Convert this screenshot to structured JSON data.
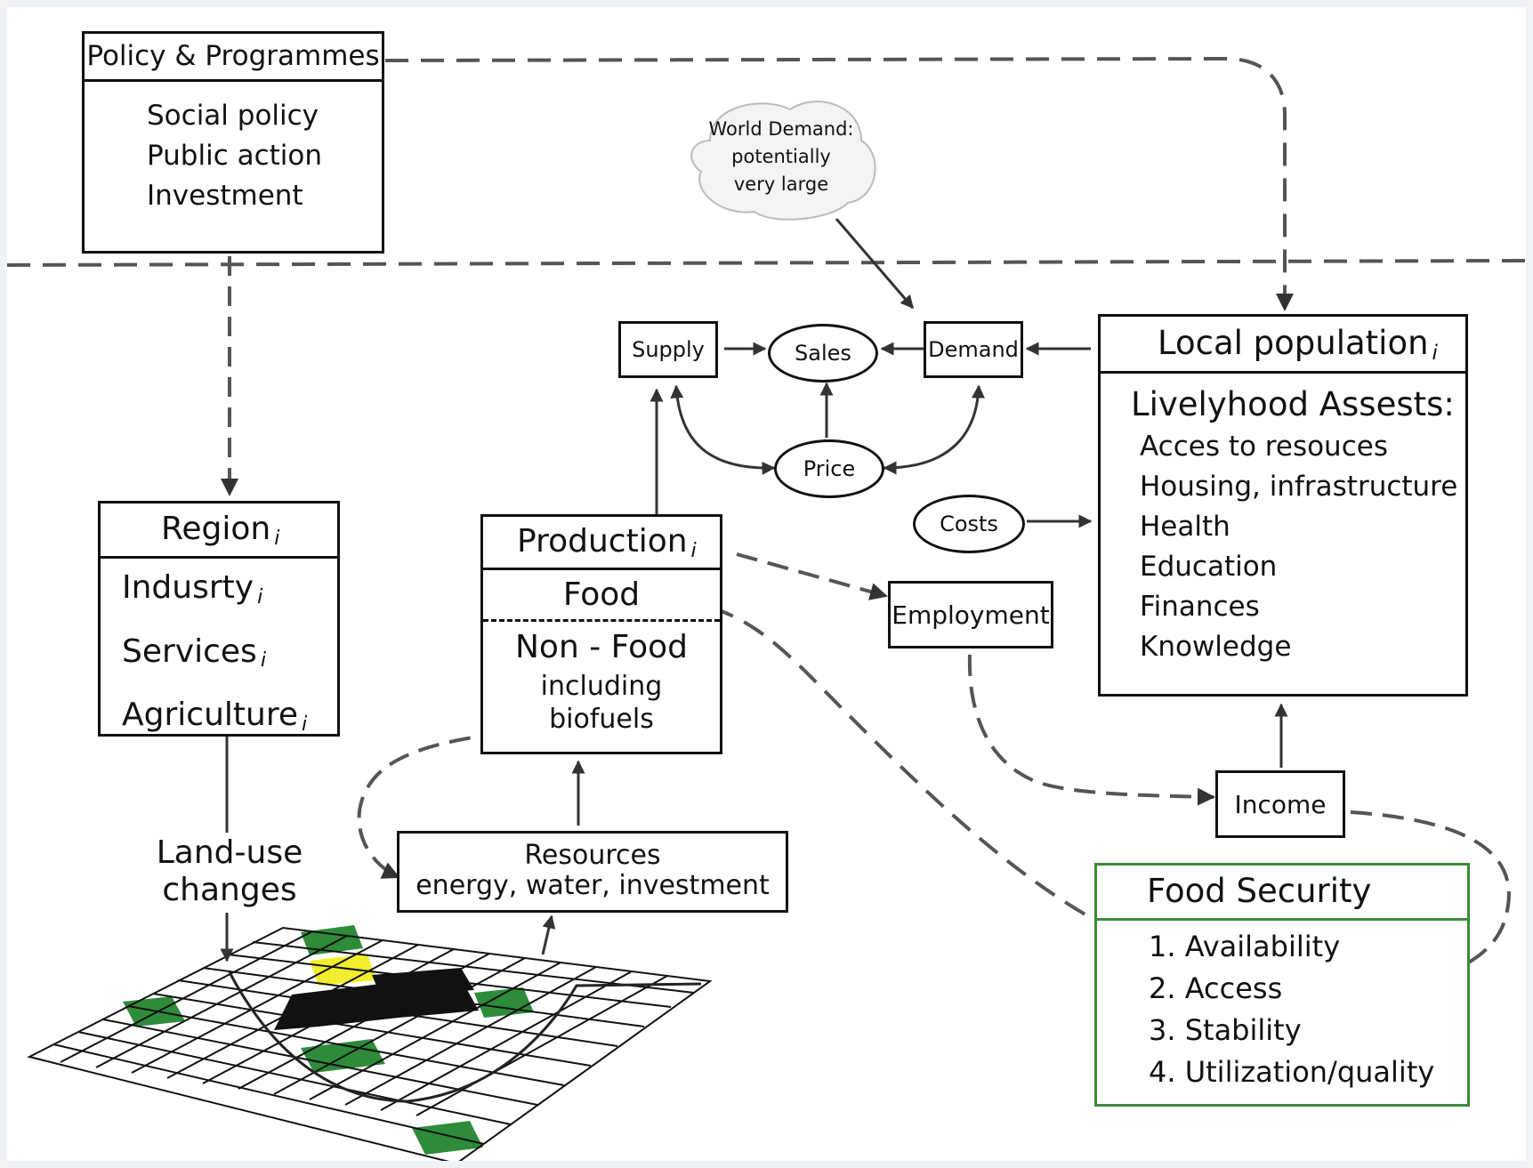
{
  "policy": {
    "title": "Policy & Programmes",
    "items": [
      "Social policy",
      "Public action",
      "Investment"
    ]
  },
  "world_demand": {
    "lines": [
      "World Demand:",
      "potentially",
      "very large"
    ]
  },
  "market": {
    "supply": "Supply",
    "sales": "Sales",
    "demand": "Demand",
    "price": "Price",
    "costs": "Costs"
  },
  "region": {
    "title": "Region",
    "sub": "i",
    "items": [
      {
        "label": "Indusrty",
        "sub": "i"
      },
      {
        "label": "Services",
        "sub": "i"
      },
      {
        "label": "Agriculture",
        "sub": "i"
      }
    ]
  },
  "production": {
    "title": "Production",
    "sub": "i",
    "food": "Food",
    "nonfood": "Non - Food",
    "including": "including",
    "biofuels": "biofuels"
  },
  "employment": "Employment",
  "income": "Income",
  "resources": {
    "line1": "Resources",
    "line2": "energy, water, investment"
  },
  "landuse": {
    "line1": "Land-use",
    "line2": "changes"
  },
  "local_population": {
    "title": "Local population",
    "sub": "i",
    "assets_title": "Livelyhood Assests:",
    "assets": [
      "Acces to resouces",
      "Housing, infrastructure",
      "Health",
      "Education",
      "Finances",
      "Knowledge"
    ]
  },
  "food_security": {
    "title": "Food Security",
    "items": [
      "1. Availability",
      "2. Access",
      "3. Stability",
      "4. Utilization/quality"
    ]
  },
  "colors": {
    "green_border": "#3c8a3a",
    "grid_green": "#2e8b3a",
    "grid_yellow": "#f2ee2e",
    "grid_black": "#111111"
  }
}
